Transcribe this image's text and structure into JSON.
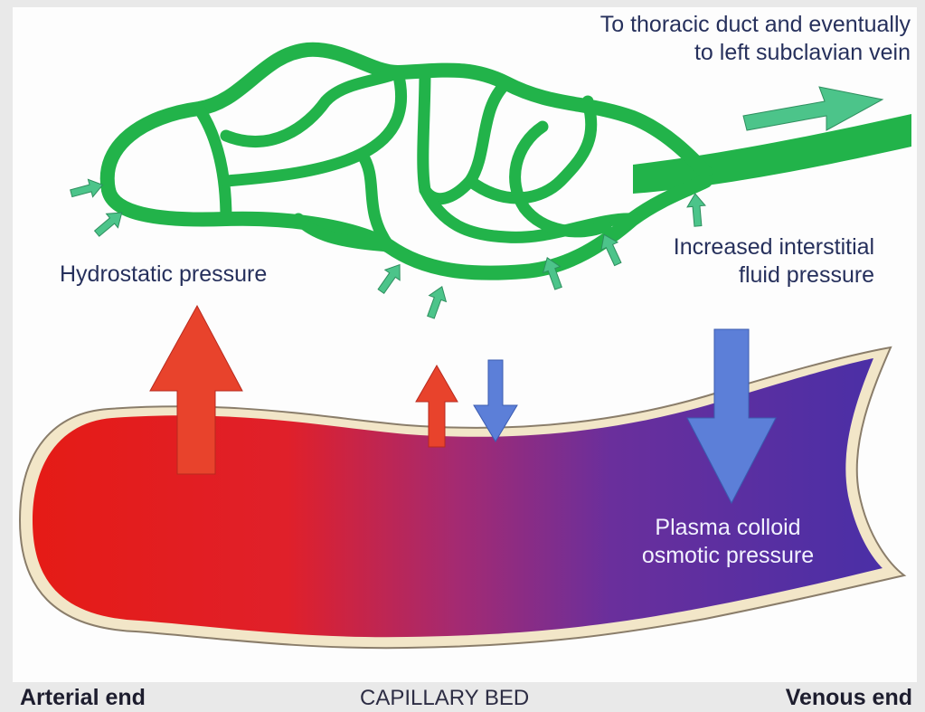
{
  "labels": {
    "thoracic_line1": "To thoracic duct and eventually",
    "thoracic_line2": "to left subclavian vein",
    "hydrostatic": "Hydrostatic pressure",
    "interstitial_line1": "Increased interstitial",
    "interstitial_line2": "fluid pressure",
    "plasma_line1": "Plasma colloid",
    "plasma_line2": "osmotic pressure",
    "arterial_end": "Arterial end",
    "capillary_bed": "CAPILLARY BED",
    "venous_end": "Venous end"
  },
  "colors": {
    "background": "#e9e9e9",
    "panel": "#fdfdfd",
    "lymph_vessel": "#22b34a",
    "lymph_arrow": "#4cc48a",
    "arterial_blood": "#e8201c",
    "venous_blood": "#4a2fa6",
    "capillary_wall": "#f2e6c8",
    "up_arrow": "#e8432c",
    "down_arrow": "#5c7fd8",
    "label_text": "#26305c"
  }
}
